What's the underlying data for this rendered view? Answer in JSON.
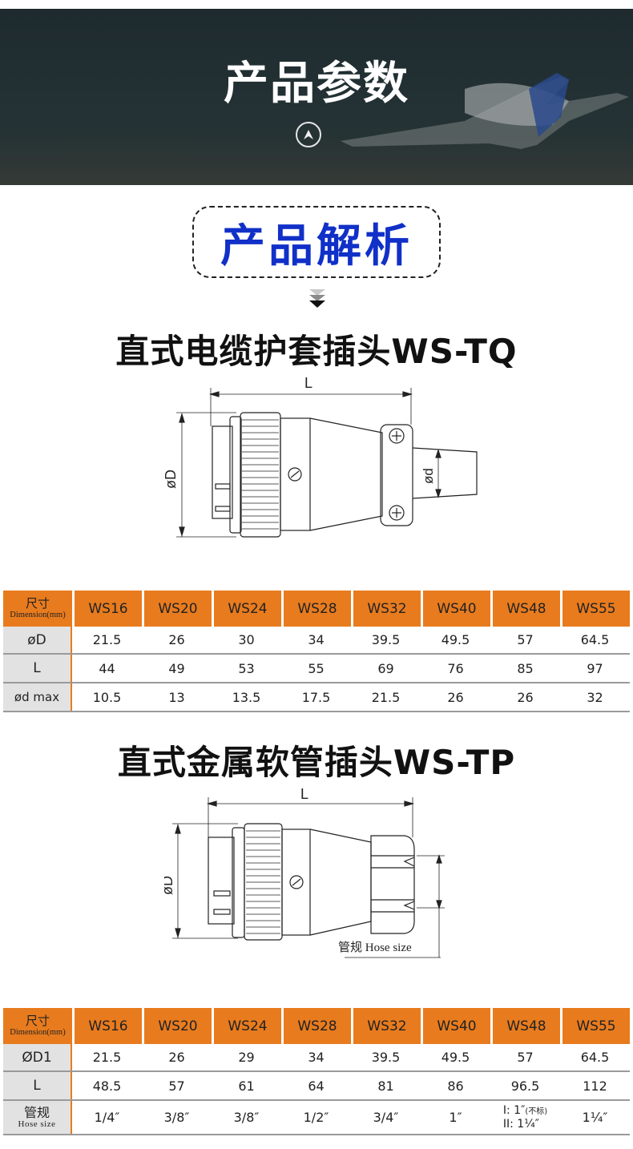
{
  "banner": {
    "title": "产品参数",
    "up_icon": "chevron-up-circle-icon",
    "background": "airplane-night-sky"
  },
  "section": {
    "title": "产品解析",
    "title_color": "#1130c8",
    "divider_icon": "triple-chevron-down-icon"
  },
  "products": [
    {
      "title": "直式电缆护套插头WS-TQ",
      "drawing": {
        "dimension_L": "L",
        "dimension_D": "øD",
        "dimension_d": "ød"
      },
      "table": {
        "header_label_zh": "尺寸",
        "header_label_en": "Dimension(mm)",
        "columns": [
          "WS16",
          "WS20",
          "WS24",
          "WS28",
          "WS32",
          "WS40",
          "WS48",
          "WS55"
        ],
        "rows": [
          {
            "label": "øD",
            "values": [
              "21.5",
              "26",
              "30",
              "34",
              "39.5",
              "49.5",
              "57",
              "64.5"
            ]
          },
          {
            "label": "L",
            "values": [
              "44",
              "49",
              "53",
              "55",
              "69",
              "76",
              "85",
              "97"
            ]
          },
          {
            "label": "ød max",
            "values": [
              "10.5",
              "13",
              "13.5",
              "17.5",
              "21.5",
              "26",
              "26",
              "32"
            ]
          }
        ]
      }
    },
    {
      "title": "直式金属软管插头WS-TP",
      "drawing": {
        "dimension_L": "L",
        "dimension_D": "øD",
        "hose_label": "管规 Hose size"
      },
      "table": {
        "header_label_zh": "尺寸",
        "header_label_en": "Dimension(mm)",
        "columns": [
          "WS16",
          "WS20",
          "WS24",
          "WS28",
          "WS32",
          "WS40",
          "WS48",
          "WS55"
        ],
        "rows": [
          {
            "label": "ØD1",
            "values": [
              "21.5",
              "26",
              "29",
              "34",
              "39.5",
              "49.5",
              "57",
              "64.5"
            ]
          },
          {
            "label": "L",
            "values": [
              "48.5",
              "57",
              "61",
              "64",
              "81",
              "86",
              "96.5",
              "112"
            ]
          },
          {
            "label_zh": "管规",
            "label_en": "Hose size",
            "values": [
              "1/4″",
              "3/8″",
              "3/8″",
              "1/2″",
              "3/4″",
              "1″",
              "",
              "1¼″"
            ],
            "ws48_line1": "I: 1″",
            "ws48_line1_note": "(不标)",
            "ws48_line2": "II: 1¼″"
          }
        ]
      }
    }
  ],
  "colors": {
    "header_orange": "#e87b1e",
    "label_gray": "#e2e2e2",
    "row_rule": "#9a9a9a"
  }
}
